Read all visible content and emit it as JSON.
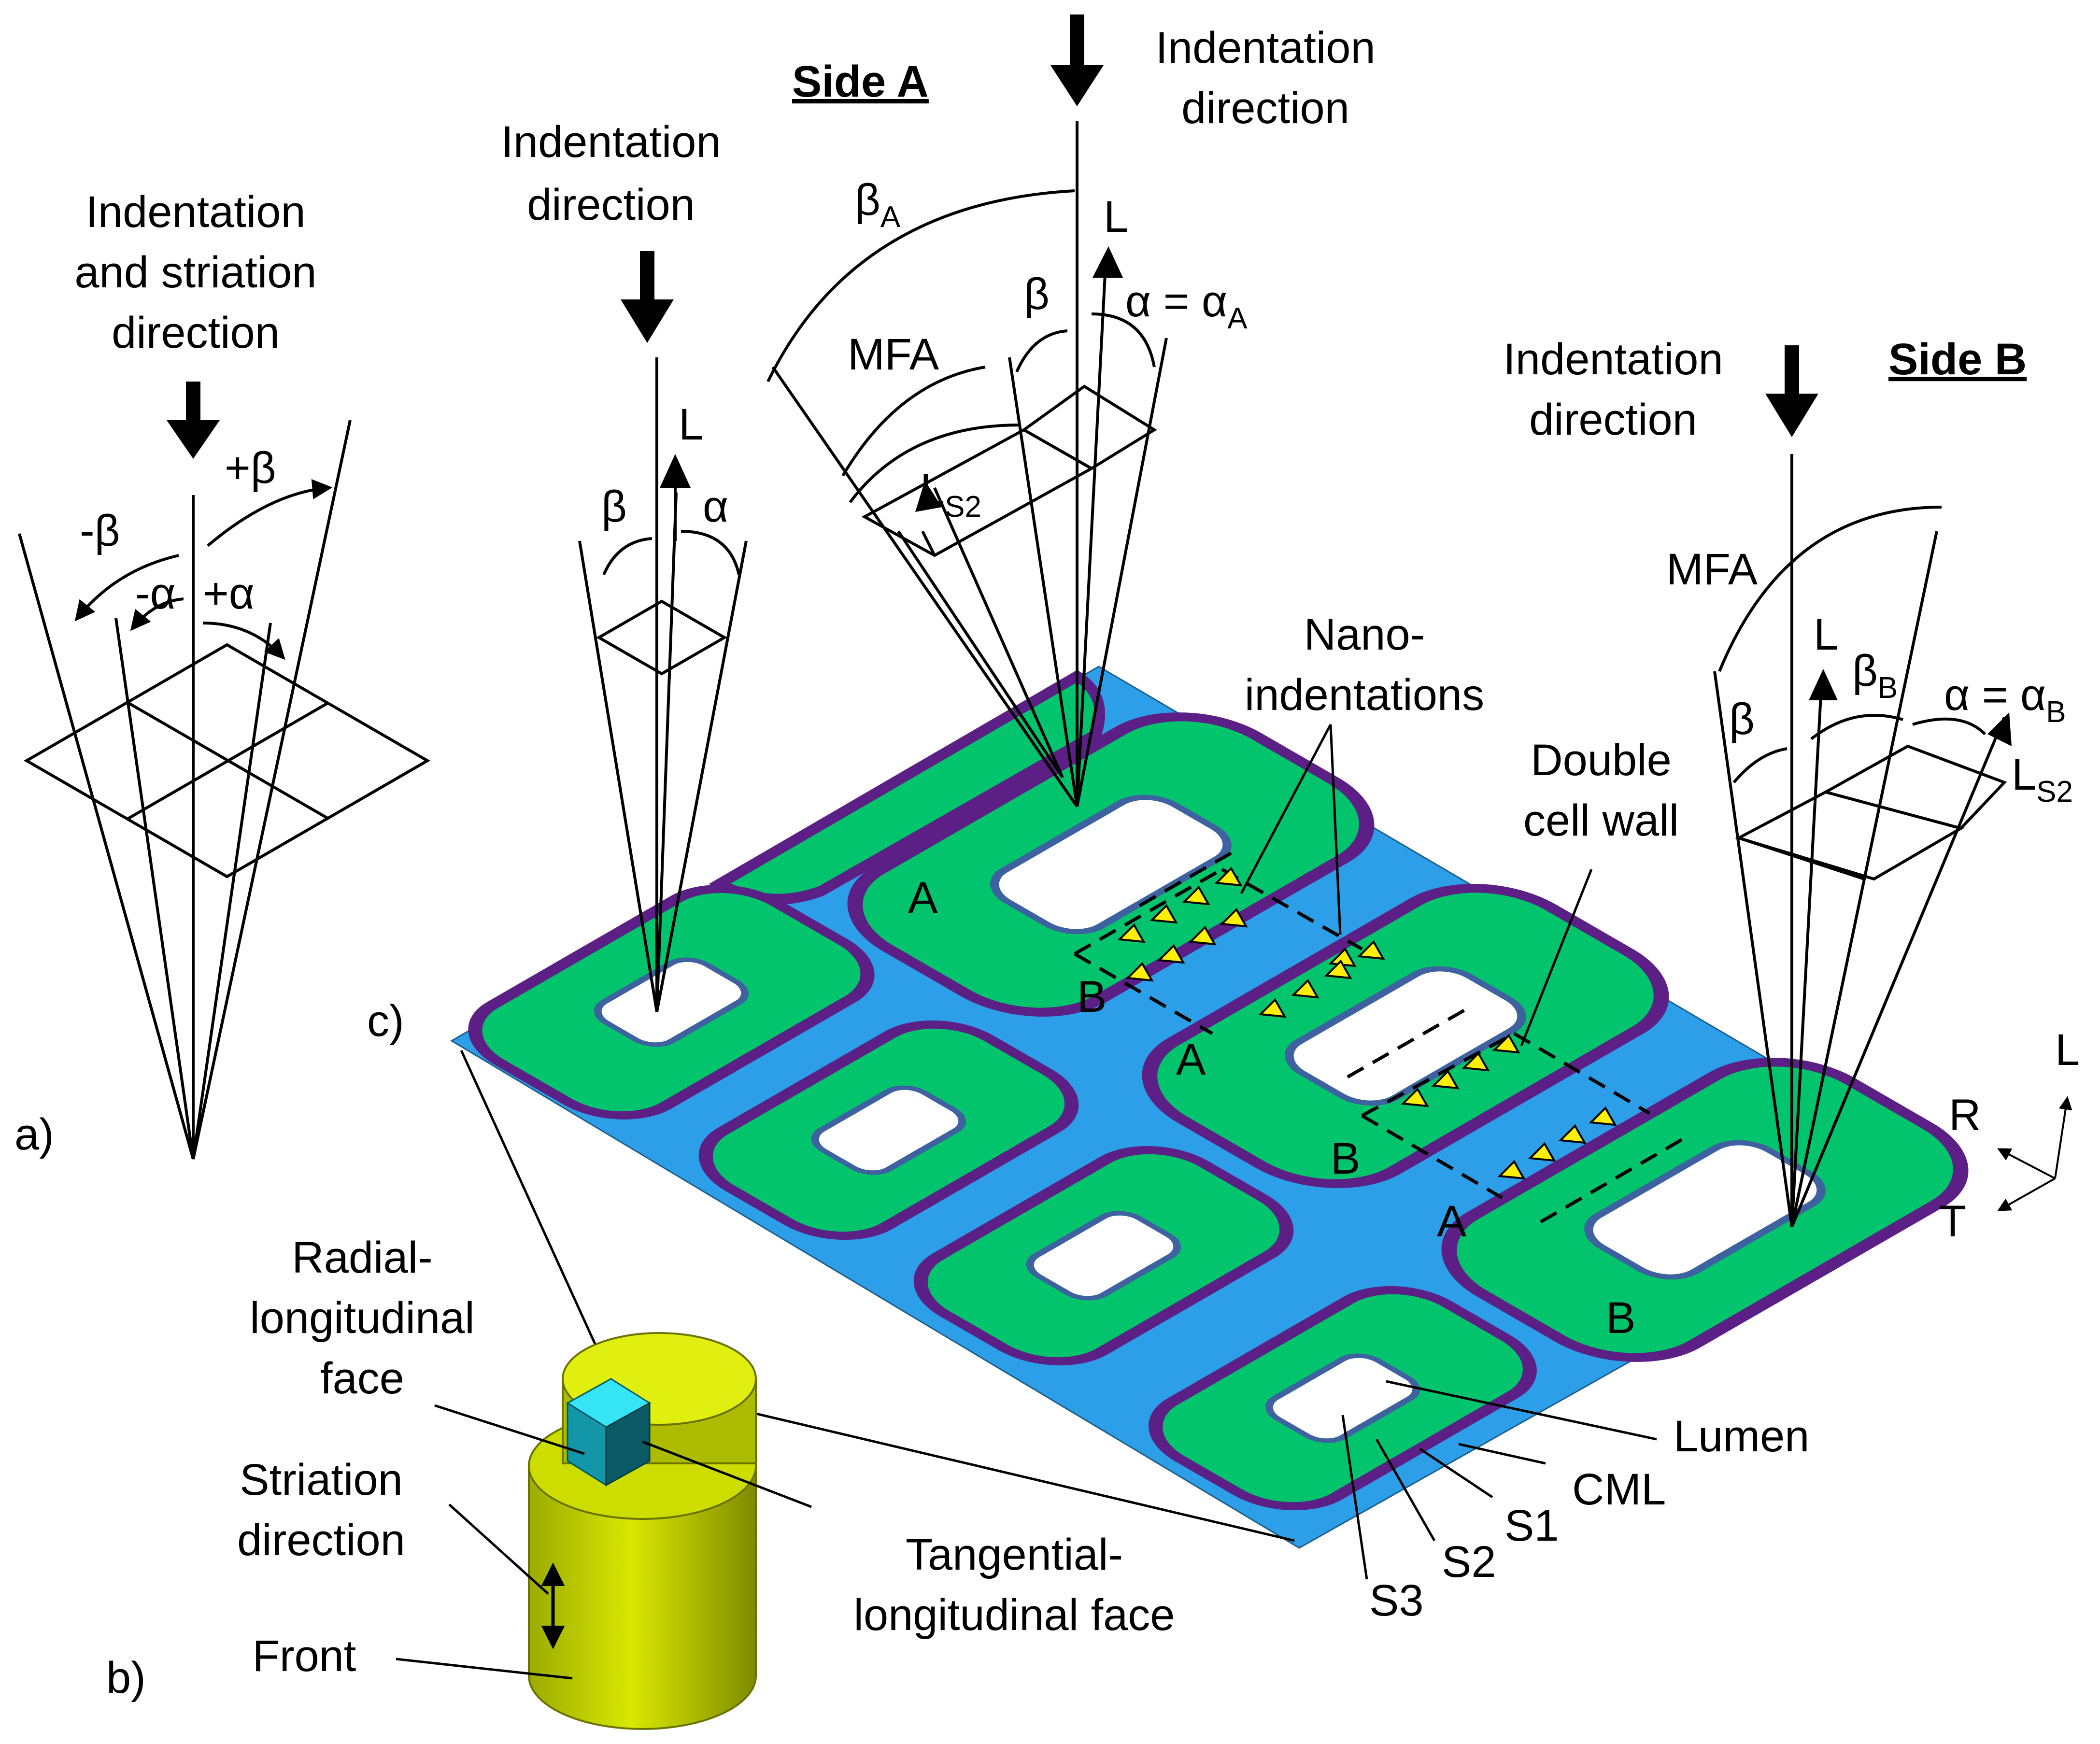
{
  "panels": {
    "a": "a)",
    "b": "b)",
    "c": "c)"
  },
  "colors": {
    "cml": "#2d9ee8",
    "s1_s3_layer": "#5b1f86",
    "s2": "#02c46c",
    "lumen": "#ffffff",
    "nanoindentation": "#ffef00",
    "sample_yellow": "#c9dc00",
    "sample_cube": "#1ec8dc"
  },
  "panel_a": {
    "indent_label_1": "Indentation",
    "indent_label_2": "and striation",
    "indent_label_3": "direction",
    "plus_beta": "+β",
    "minus_beta": "-β",
    "minus_alpha": "-α",
    "plus_alpha": "+α"
  },
  "panel_c_left": {
    "indent_1": "Indentation",
    "indent_2": "direction",
    "L": "L",
    "beta": "β",
    "alpha": "α"
  },
  "side_a": {
    "title": "Side A",
    "indent_1": "Indentation",
    "indent_2": "direction",
    "beta_main": "β",
    "beta_sub": "A",
    "L": "L",
    "beta": "β",
    "alpha_eq": "α = α",
    "alpha_sub": "A",
    "mfa": "MFA",
    "ls2_main": "L",
    "ls2_sub": "S2"
  },
  "side_b": {
    "title": "Side B",
    "indent_1": "Indentation",
    "indent_2": "direction",
    "mfa": "MFA",
    "L": "L",
    "beta_main": "β",
    "beta_sub": "B",
    "beta": "β",
    "alpha_eq": "α = α",
    "alpha_sub": "B",
    "ls2_main": "L",
    "ls2_sub": "S2"
  },
  "cell_labels": {
    "nano_1": "Nano-",
    "nano_2": "indentations",
    "double_1": "Double",
    "double_2": "cell wall",
    "A": "A",
    "B": "B",
    "lumen": "Lumen",
    "cml": "CML",
    "s1": "S1",
    "s2": "S2",
    "s3": "S3"
  },
  "axes": {
    "L": "L",
    "R": "R",
    "T": "T"
  },
  "panel_b": {
    "rl_1": "Radial-",
    "rl_2": "longitudinal",
    "rl_3": "face",
    "striation_1": "Striation",
    "striation_2": "direction",
    "front": "Front",
    "tl_1": "Tangential-",
    "tl_2": "longitudinal face"
  }
}
